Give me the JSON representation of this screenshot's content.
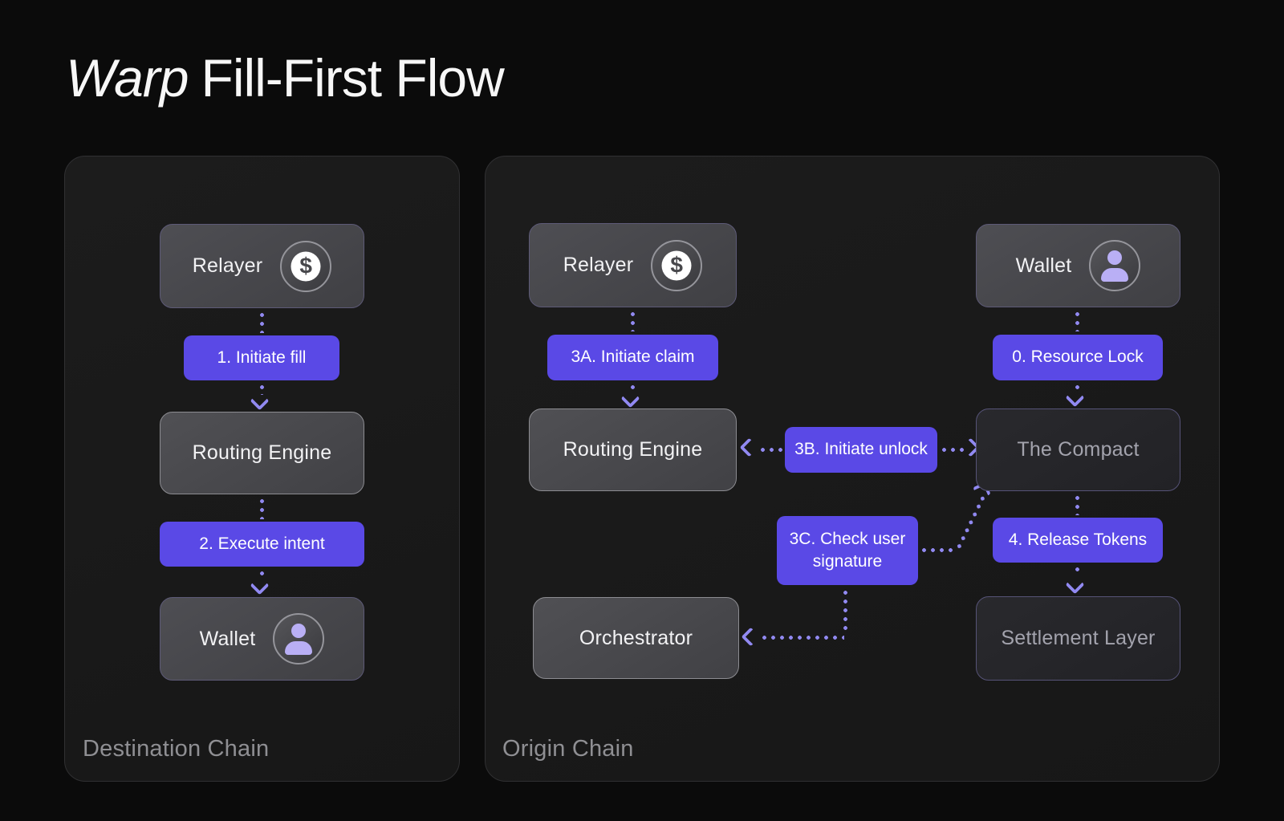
{
  "title": {
    "warp": "Warp",
    "rest": "Fill-First Flow"
  },
  "icons": {
    "dollar_glyph": "$"
  },
  "colors": {
    "accent": "#5a49e6",
    "arrow": "#9189f1",
    "lavender": "#b9aff5"
  },
  "destination_panel": {
    "label": "Destination Chain",
    "relayer": "Relayer",
    "step1": "1. Initiate fill",
    "routing_engine": "Routing Engine",
    "step2": "2. Execute intent",
    "wallet": "Wallet",
    "edges": [
      {
        "from": "Relayer",
        "to": "1. Initiate fill",
        "arrowhead": false
      },
      {
        "from": "1. Initiate fill",
        "to": "Routing Engine",
        "arrowhead": true
      },
      {
        "from": "Routing Engine",
        "to": "2. Execute intent",
        "arrowhead": false
      },
      {
        "from": "2. Execute intent",
        "to": "Wallet",
        "arrowhead": true
      }
    ]
  },
  "origin_panel": {
    "label": "Origin Chain",
    "relayer": "Relayer",
    "step3a": "3A. Initiate claim",
    "routing_engine": "Routing Engine",
    "step3b": "3B. Initiate unlock",
    "step3c": "3C. Check user signature",
    "orchestrator": "Orchestrator",
    "wallet": "Wallet",
    "step0": "0. Resource Lock",
    "the_compact": "The Compact",
    "step4": "4. Release Tokens",
    "settlement_layer": "Settlement Layer",
    "edges": [
      {
        "from": "Relayer",
        "to": "3A. Initiate claim",
        "arrowhead": false
      },
      {
        "from": "3A. Initiate claim",
        "to": "Routing Engine",
        "arrowhead": true
      },
      {
        "from": "3B. Initiate unlock",
        "to": "Routing Engine",
        "arrowhead": true
      },
      {
        "from": "3B. Initiate unlock",
        "to": "The Compact",
        "arrowhead": true
      },
      {
        "from": "Wallet",
        "to": "0. Resource Lock",
        "arrowhead": false
      },
      {
        "from": "0. Resource Lock",
        "to": "The Compact",
        "arrowhead": true
      },
      {
        "from": "The Compact",
        "to": "4. Release Tokens",
        "arrowhead": false
      },
      {
        "from": "4. Release Tokens",
        "to": "Settlement Layer",
        "arrowhead": true
      },
      {
        "from": "3C. Check user signature",
        "to": "The Compact",
        "arrowhead": true
      },
      {
        "from": "3C. Check user signature",
        "to": "Orchestrator",
        "arrowhead": true
      }
    ]
  }
}
